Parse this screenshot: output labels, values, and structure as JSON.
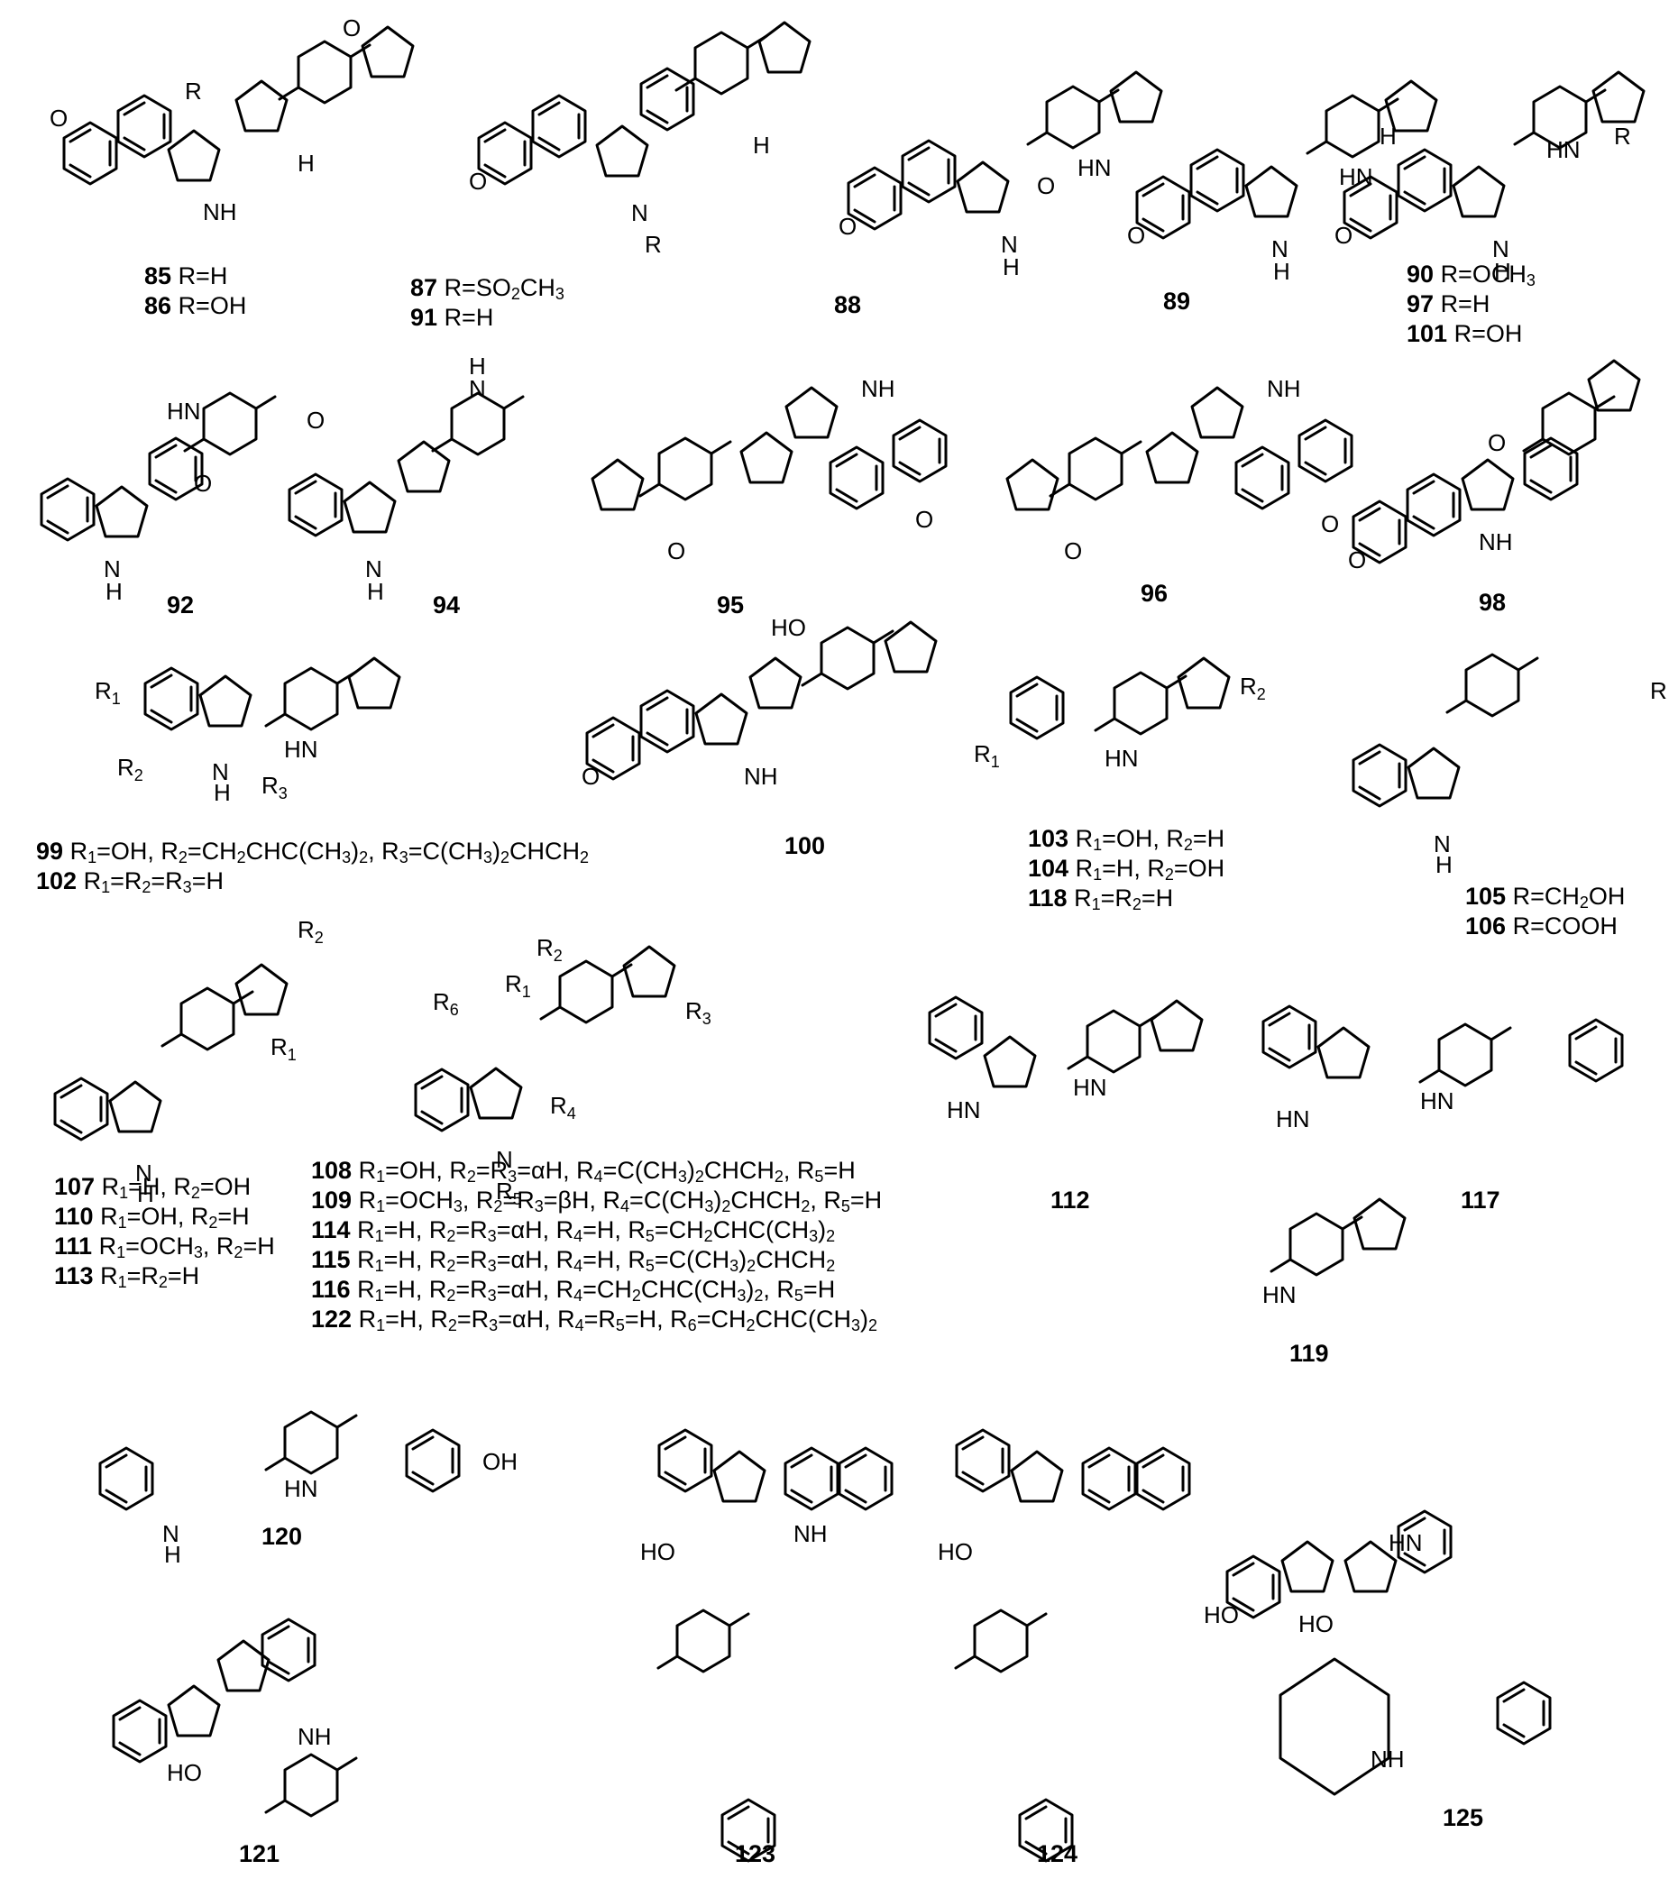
{
  "compounds": [
    {
      "id": "85_86",
      "lines": [
        {
          "num": "85",
          "text": "R=H"
        },
        {
          "num": "86",
          "text": "R=OH"
        }
      ]
    },
    {
      "id": "87_91",
      "lines": [
        {
          "num": "87",
          "text": "R=SO_2CH_3"
        },
        {
          "num": "91",
          "text": "R=H"
        }
      ]
    },
    {
      "id": "88",
      "lines": [
        {
          "num": "88",
          "text": ""
        }
      ]
    },
    {
      "id": "89",
      "lines": [
        {
          "num": "89",
          "text": ""
        }
      ]
    },
    {
      "id": "90_97_101",
      "lines": [
        {
          "num": "90",
          "text": "R=OCH_3"
        },
        {
          "num": "97",
          "text": "R=H"
        },
        {
          "num": "101",
          "text": "R=OH"
        }
      ]
    },
    {
      "id": "92",
      "lines": [
        {
          "num": "92",
          "text": ""
        }
      ]
    },
    {
      "id": "94",
      "lines": [
        {
          "num": "94",
          "text": ""
        }
      ]
    },
    {
      "id": "95",
      "lines": [
        {
          "num": "95",
          "text": ""
        }
      ]
    },
    {
      "id": "96",
      "lines": [
        {
          "num": "96",
          "text": ""
        }
      ]
    },
    {
      "id": "98",
      "lines": [
        {
          "num": "98",
          "text": ""
        }
      ]
    },
    {
      "id": "99_102",
      "lines": [
        {
          "num": "99",
          "text": "R_1=OH, R_2=CH_2CHC(CH_3)_2, R_3=C(CH_3)_2CHCH_2"
        },
        {
          "num": "102",
          "text": "R_1=R_2=R_3=H"
        }
      ]
    },
    {
      "id": "100",
      "lines": [
        {
          "num": "100",
          "text": ""
        }
      ]
    },
    {
      "id": "103_104_118",
      "lines": [
        {
          "num": "103",
          "text": "R_1=OH, R_2=H"
        },
        {
          "num": "104",
          "text": "R_1=H, R_2=OH"
        },
        {
          "num": "118",
          "text": "R_1=R_2=H"
        }
      ]
    },
    {
      "id": "105_106",
      "lines": [
        {
          "num": "105",
          "text": "R=CH_2OH"
        },
        {
          "num": "106",
          "text": "R=COOH"
        }
      ]
    },
    {
      "id": "107_110_111_113",
      "lines": [
        {
          "num": "107",
          "text": "R_1=H, R_2=OH"
        },
        {
          "num": "110",
          "text": "R_1=OH, R_2=H"
        },
        {
          "num": "111",
          "text": "R_1=OCH_3, R_2=H"
        },
        {
          "num": "113",
          "text": "R_1=R_2=H"
        }
      ]
    },
    {
      "id": "108_122",
      "lines": [
        {
          "num": "108",
          "text": "R_1=OH, R_2=R_3=αH, R_4=C(CH_3)_2CHCH_2, R_5=H"
        },
        {
          "num": "109",
          "text": "R_1=OCH_3, R_2=R_3=βH, R_4=C(CH_3)_2CHCH_2, R_5=H"
        },
        {
          "num": "114",
          "text": "R_1=H, R_2=R_3=αH, R_4=H, R_5=CH_2CHC(CH_3)_2"
        },
        {
          "num": "115",
          "text": "R_1=H, R_2=R_3=αH, R_4=H, R_5=C(CH_3)_2CHCH_2"
        },
        {
          "num": "116",
          "text": "R_1=H, R_2=R_3=αH, R_4=CH_2CHC(CH_3)_2, R_5=H"
        },
        {
          "num": "122",
          "text": "R_1=H, R_2=R_3=αH, R_4=R_5=H, R_6=CH_2CHC(CH_3)_2"
        }
      ]
    },
    {
      "id": "112",
      "lines": [
        {
          "num": "112",
          "text": ""
        }
      ]
    },
    {
      "id": "117",
      "lines": [
        {
          "num": "117",
          "text": ""
        }
      ]
    },
    {
      "id": "119",
      "lines": [
        {
          "num": "119",
          "text": ""
        }
      ]
    },
    {
      "id": "120",
      "lines": [
        {
          "num": "120",
          "text": ""
        }
      ]
    },
    {
      "id": "121",
      "lines": [
        {
          "num": "121",
          "text": ""
        }
      ]
    },
    {
      "id": "123",
      "lines": [
        {
          "num": "123",
          "text": ""
        }
      ]
    },
    {
      "id": "124",
      "lines": [
        {
          "num": "124",
          "text": ""
        }
      ]
    },
    {
      "id": "125",
      "lines": [
        {
          "num": "125",
          "text": ""
        }
      ]
    }
  ],
  "atoms": [
    "O",
    "N",
    "H",
    "NH",
    "HN",
    "HO",
    "OH",
    "R",
    "R_1",
    "R_2",
    "R_3",
    "R_4",
    "R_5",
    "R_6"
  ]
}
